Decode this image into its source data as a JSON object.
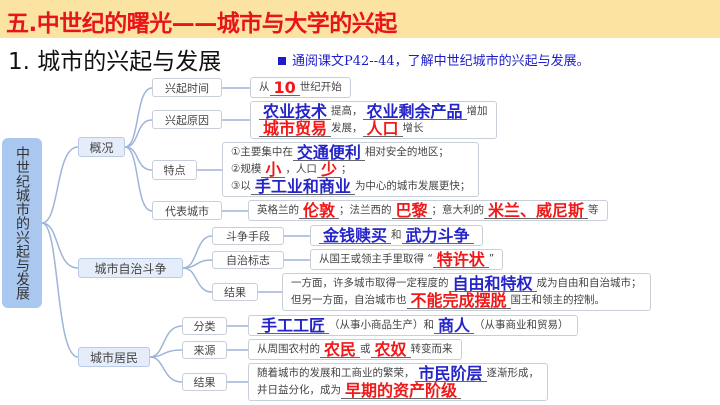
{
  "header": {
    "title": "五.中世纪的曙光——城市与大学的兴起"
  },
  "subtitle": "1. 城市的兴起与发展",
  "note": "通阅课文P42--44，了解中世纪城市的兴起与发展。",
  "root": "中世纪城市的兴起与发展",
  "branches": {
    "overview": {
      "label": "概况",
      "time": {
        "label": "兴起时间",
        "pre": "从",
        "post": "世纪开始",
        "answer": "10"
      },
      "reason": {
        "label": "兴起原因",
        "t1": "提高，",
        "t2": "增加",
        "t3": "发展，",
        "t4": "增长",
        "a1": "农业技术",
        "a2": "农业剩余产品",
        "a3": "城市贸易",
        "a4": "人口"
      },
      "features": {
        "label": "特点",
        "l1a": "①主要集中在",
        "l1b": "相对安全的地区；",
        "l2a": "②规模",
        "l2b": "，人口",
        "l2c": "；",
        "l3a": "③以",
        "l3b": "为中心的城市发展更快；",
        "a1": "交通便利",
        "a2": "小",
        "a3": "少",
        "a4": "手工业和商业"
      },
      "cities": {
        "label": "代表城市",
        "t1": "英格兰的",
        "t2": "；法兰西的",
        "t3": "；意大利的",
        "t4": "等",
        "a1": "伦敦",
        "a2": "巴黎",
        "a3": "米兰、威尼斯"
      }
    },
    "autonomy": {
      "label": "城市自治斗争",
      "means": {
        "label": "斗争手段",
        "t1": "和",
        "a1": "金钱赎买",
        "a2": "武力斗争"
      },
      "symbol": {
        "label": "自治标志",
        "t1": "从国王或领主手里取得 “",
        "t2": "”",
        "a1": "特许状"
      },
      "result": {
        "label": "结果",
        "l1a": "一方面，许多城市取得一定程度的",
        "l1b": "成为自由和自治城市；",
        "l2a": "但另一方面，自治城市也",
        "l2b": "国王和领主的控制。",
        "a1": "自由和特权",
        "a2": "不能完成摆脱"
      }
    },
    "citizens": {
      "label": "城市居民",
      "types": {
        "label": "分类",
        "t1": "（从事小商品生产）和",
        "t2": "（从事商业和贸易）",
        "a1": "手工工匠",
        "a2": "商人"
      },
      "origin": {
        "label": "来源",
        "t1": "从周围农村的",
        "t2": "或",
        "t3": "转变而来",
        "a1": "农民",
        "a2": "农奴"
      },
      "result": {
        "label": "结果",
        "l1a": "随着城市的发展和工商业的繁荣，",
        "l1b": "逐渐形成，",
        "l2a": "并日益分化，成为",
        "a1": "市民阶层",
        "a2": "早期的资产阶级"
      }
    }
  }
}
